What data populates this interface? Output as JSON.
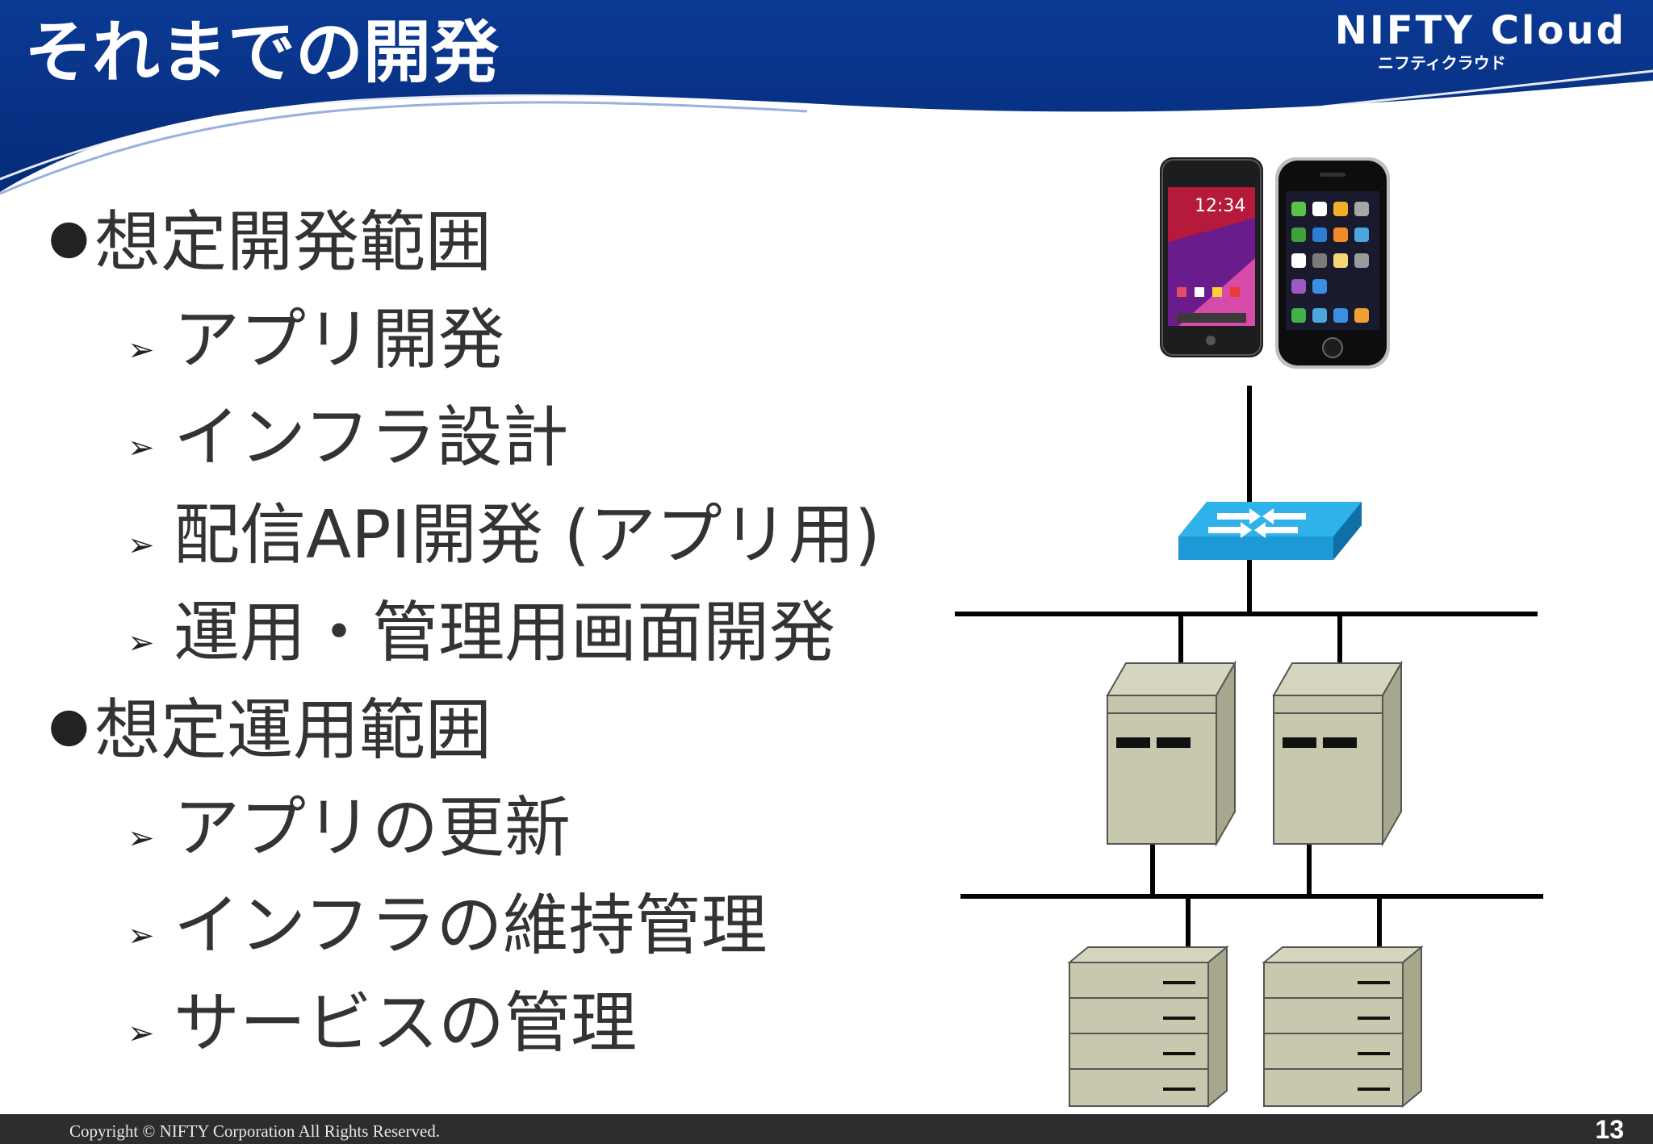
{
  "slide": {
    "title": "それまでの開発",
    "logo": {
      "name": "NIFTY Cloud",
      "subtitle": "ニフティクラウド"
    },
    "bullets": [
      {
        "level": 1,
        "text": "想定開発範囲"
      },
      {
        "level": 2,
        "text": "アプリ開発"
      },
      {
        "level": 2,
        "text": "インフラ設計"
      },
      {
        "level": 2,
        "text": "配信API開発 (アプリ用)"
      },
      {
        "level": 2,
        "text": "運用・管理用画面開発"
      },
      {
        "level": 1,
        "text": "想定運用範囲"
      },
      {
        "level": 2,
        "text": "アプリの更新"
      },
      {
        "level": 2,
        "text": "インフラの維持管理"
      },
      {
        "level": 2,
        "text": "サービスの管理"
      }
    ],
    "markers": {
      "level1": "●",
      "level2": "➢"
    },
    "phone_clock": "12:34",
    "footer": {
      "copyright": "Copyright © NIFTY Corporation All Rights Reserved.",
      "page_number": "13"
    },
    "colors": {
      "header_blue": "#0a3791",
      "switch_blue": "#1d9ad6",
      "server_beige": "#c8c8ae",
      "footer_dark": "#2d2d2d",
      "text": "#333333"
    }
  },
  "icons": [
    "android-phone-icon",
    "iphone-icon",
    "network-switch-icon",
    "tower-server-icon",
    "rack-storage-icon"
  ]
}
